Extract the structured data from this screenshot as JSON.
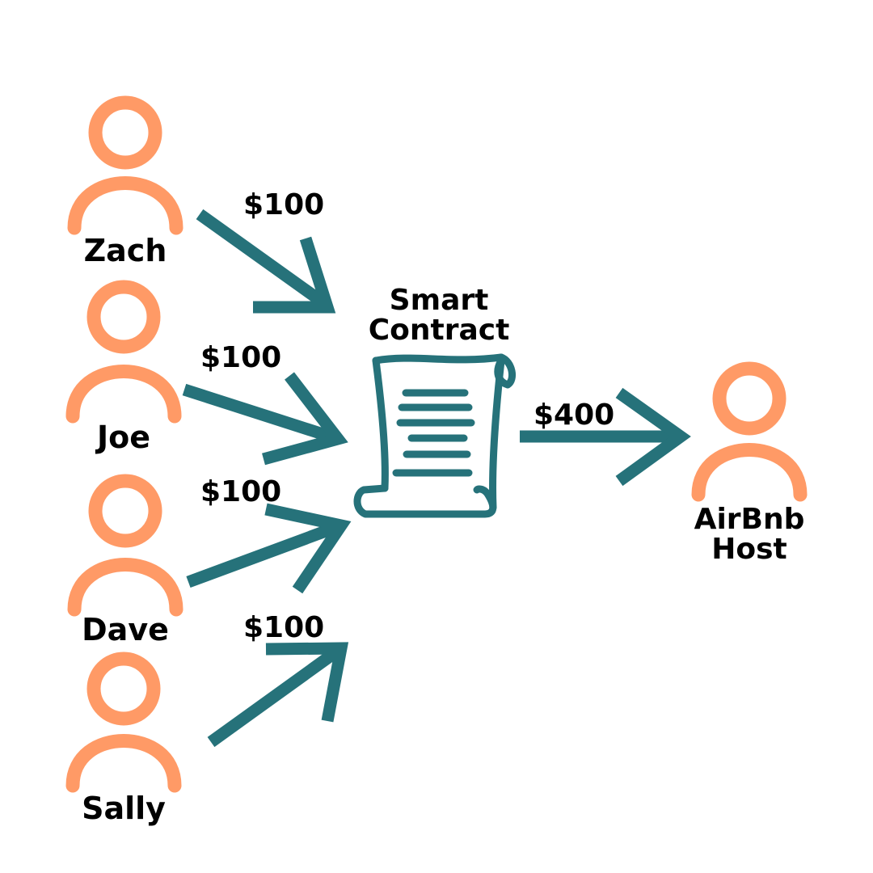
{
  "people": [
    {
      "name": "Zach",
      "amount": "$100"
    },
    {
      "name": "Joe",
      "amount": "$100"
    },
    {
      "name": "Dave",
      "amount": "$100"
    },
    {
      "name": "Sally",
      "amount": "$100"
    }
  ],
  "contract": {
    "line1": "Smart",
    "line2": "Contract"
  },
  "payout": {
    "amount": "$400"
  },
  "recipient": {
    "line1": "AirBnb",
    "line2": "Host"
  },
  "colors": {
    "person": "#FF9A66",
    "arrow": "#26727A",
    "text": "#000000",
    "background": "#FFFFFF"
  },
  "icons": [
    "person-icon",
    "contract-scroll-icon",
    "arrow-icon"
  ]
}
